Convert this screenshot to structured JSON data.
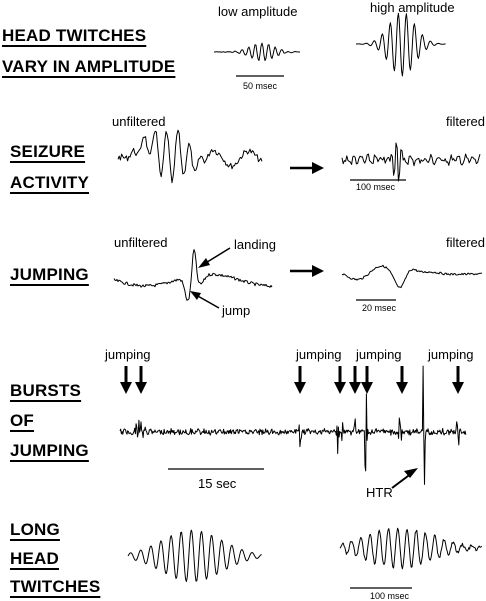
{
  "headings": {
    "h1": "HEAD TWITCHES",
    "h2": "VARY IN AMPLITUDE",
    "h3": "SEIZURE",
    "h4": "ACTIVITY",
    "h5": "JUMPING",
    "h6": "BURSTS",
    "h7": "OF",
    "h8": "JUMPING",
    "h9": "LONG",
    "h10": "HEAD",
    "h11": "TWITCHES"
  },
  "labels": {
    "low_amplitude": "low amplitude",
    "high_amplitude": "high amplitude",
    "unfiltered_seizure": "unfiltered",
    "filtered_seizure": "filtered",
    "unfiltered_jumping": "unfiltered",
    "filtered_jumping": "filtered",
    "landing": "landing",
    "jump": "jump",
    "jumping_1": "jumping",
    "jumping_2": "jumping",
    "jumping_3": "jumping",
    "jumping_4": "jumping",
    "htr": "HTR"
  },
  "scale_bars": {
    "ms50": "50 msec",
    "ms100_seizure": "100 msec",
    "ms20": "20 msec",
    "sec15": "15 sec",
    "ms100_long": "100 msec"
  }
}
